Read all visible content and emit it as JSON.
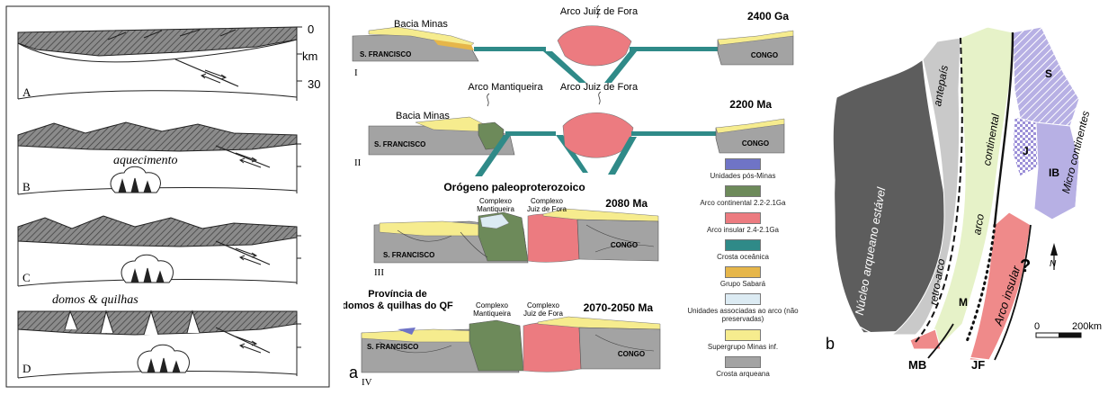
{
  "panel_left": {
    "labels": {
      "depth_top": "0",
      "depth_unit": "km",
      "depth_bottom": "30"
    },
    "stages": [
      "A",
      "B",
      "C",
      "D"
    ],
    "annotations": {
      "heating": "aquecimento",
      "domes": "domos & quilhas"
    }
  },
  "panel_a": {
    "letter": "a",
    "sections": [
      {
        "roman": "I",
        "age": "2400 Ga",
        "basin": "Bacia Minas",
        "arc": "Arco Juiz de Fora",
        "west": "S. FRANCISCO",
        "east": "CONGO"
      },
      {
        "roman": "II",
        "age": "2200 Ma",
        "basin": "Bacia Minas",
        "arc_west": "Arco Mantiqueira",
        "arc": "Arco Juiz de Fora",
        "west": "S. FRANCISCO",
        "east": "CONGO"
      },
      {
        "roman": "III",
        "age": "2080 Ma",
        "heading": "Orógeno paleoproterozoico",
        "complex_west": "Complexo Mantiqueira",
        "complex_east": "Complexo Juiz de Fora",
        "west": "S. FRANCISCO",
        "east": "CONGO"
      },
      {
        "roman": "IV",
        "age": "2070-2050 Ma",
        "heading": "Província de domos & quilhas do QF",
        "complex_west": "Complexo Mantiqueira",
        "complex_east": "Complexo Juiz de Fora",
        "west": "S. FRANCISCO",
        "east": "CONGO"
      }
    ],
    "legend": [
      {
        "label": "Unidades pós-Minas",
        "color": "#6f74c6"
      },
      {
        "label": "Arco continental 2.2-2.1Ga",
        "color": "#6d8a5a"
      },
      {
        "label": "Arco insular 2.4-2.1Ga",
        "color": "#ec7b80"
      },
      {
        "label": "Crosta oceânica",
        "color": "#2f8a88"
      },
      {
        "label": "Grupo Sabará",
        "color": "#e6b64a"
      },
      {
        "label": "Unidades associadas ao arco (não preservadas)",
        "color": "#dcebf3"
      },
      {
        "label": "Supergrupo Minas inf.",
        "color": "#f6ec8e"
      },
      {
        "label": "Crosta arqueana",
        "color": "#a3a3a3"
      }
    ]
  },
  "panel_b": {
    "letter": "b",
    "labels": {
      "nucleus": "Núcleo arqueano estável",
      "retro_arc": "retro-arco",
      "foreland": "antepaís",
      "continental_arc": "continental",
      "arc_word": "arco",
      "island_arc": "Arco insular",
      "microcontinents": "Micro continentes",
      "S": "S",
      "J": "J",
      "IB": "IB",
      "M": "M",
      "MB": "MB",
      "JF": "JF",
      "question": "?",
      "north": "N",
      "scale_start": "0",
      "scale_end": "200km"
    }
  }
}
